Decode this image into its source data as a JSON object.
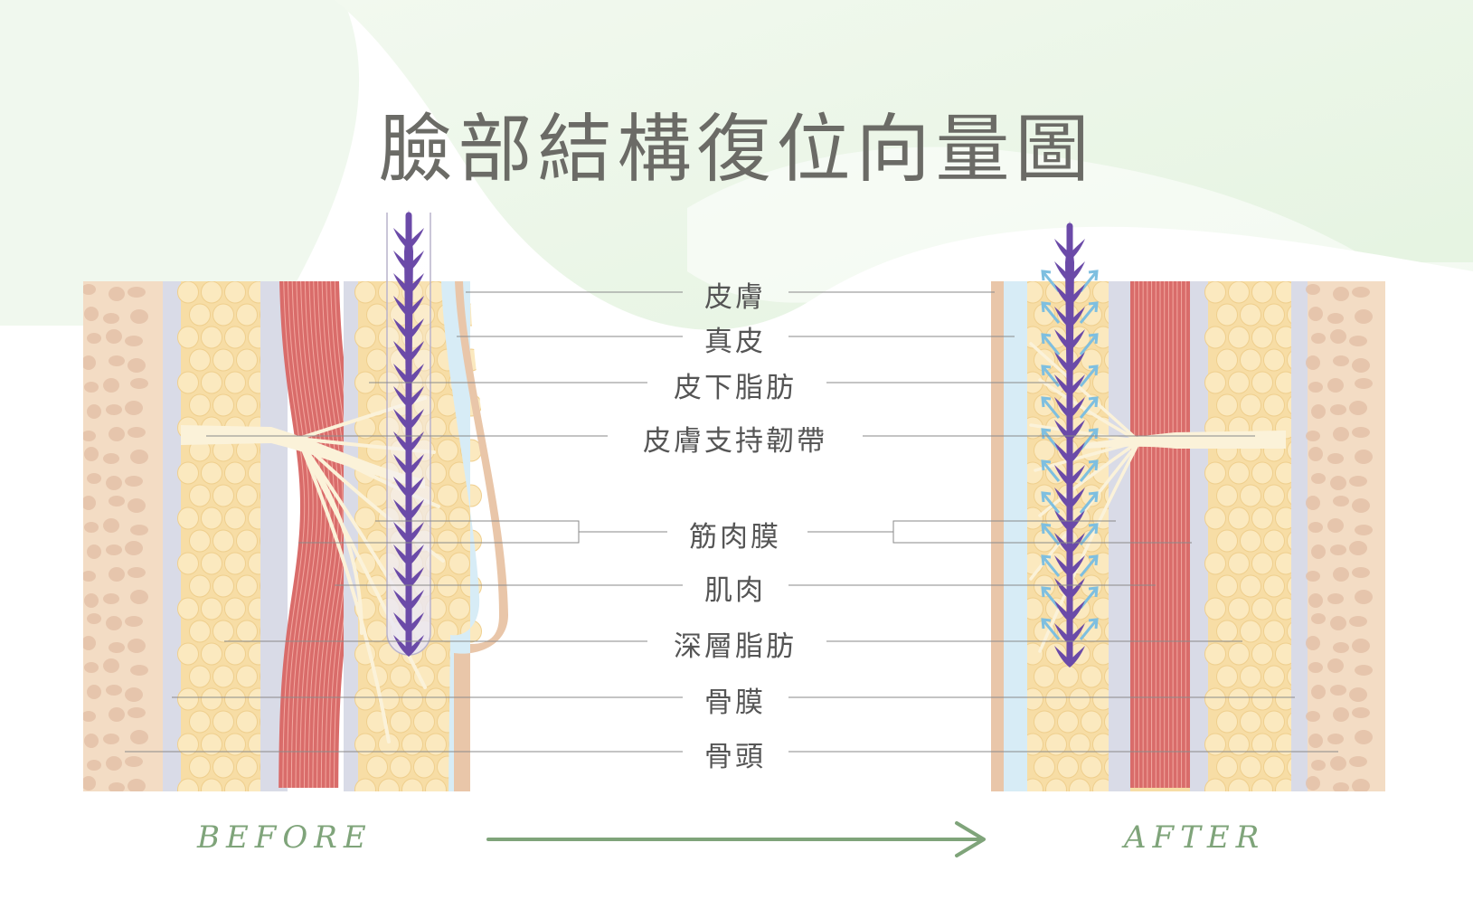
{
  "title": "臉部結構復位向量圖",
  "labels": [
    {
      "id": "skin",
      "text": "皮膚"
    },
    {
      "id": "dermis",
      "text": "真皮"
    },
    {
      "id": "subcutaneous-fat",
      "text": "皮下脂肪"
    },
    {
      "id": "retaining-ligament",
      "text": "皮膚支持韌帶"
    },
    {
      "id": "smas",
      "text": "筋肉膜"
    },
    {
      "id": "muscle",
      "text": "肌肉"
    },
    {
      "id": "deep-fat",
      "text": "深層脂肪"
    },
    {
      "id": "periosteum",
      "text": "骨膜"
    },
    {
      "id": "bone",
      "text": "骨頭"
    }
  ],
  "captions": {
    "before": "BEFORE",
    "after": "AFTER"
  },
  "colors": {
    "title": "#6b6b66",
    "caption": "#7fa47a",
    "bone": "#f3dcc4",
    "bone_pore": "#e2bea4",
    "periosteum": "#d9dbe7",
    "fat": "#f7dda5",
    "fat_cell": "#fbe9bf",
    "muscle": "#d96c6a",
    "dermis": "#d7ecf6",
    "skin": "#e9c6a9",
    "thread": "#6b4aa8",
    "lift_arrow": "#7ebfe0",
    "ligament": "#fbf2d9",
    "arrow": "#7fa47a"
  }
}
